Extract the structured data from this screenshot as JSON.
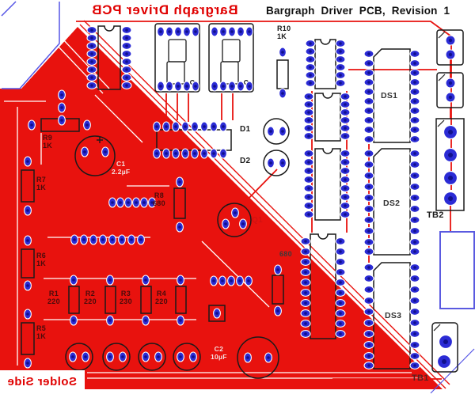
{
  "titles": {
    "main": "Bargraph Driver PCB, Revision 1",
    "mirrored": "Bargraph Driver PCB",
    "solder_side": "Solder Side"
  },
  "components": {
    "r10": {
      "ref": "R10",
      "value": "1K"
    },
    "r9": {
      "ref": "R9",
      "value": "1K"
    },
    "r8": {
      "ref": "R8",
      "value": "680"
    },
    "r7": {
      "ref": "R7",
      "value": "1K"
    },
    "r6": {
      "ref": "R6",
      "value": "1K"
    },
    "r5": {
      "ref": "R5",
      "value": "1K"
    },
    "r1": {
      "ref": "R1",
      "value": "220"
    },
    "r2": {
      "ref": "R2",
      "value": "220"
    },
    "r3": {
      "ref": "R3",
      "value": "230"
    },
    "r4": {
      "ref": "R4",
      "value": "220"
    },
    "r_mid": {
      "ref": "",
      "value": "680"
    },
    "c1": {
      "ref": "C1",
      "value": "2.2µF"
    },
    "c2": {
      "ref": "C2",
      "value": "10µF"
    },
    "d1": {
      "ref": "D1"
    },
    "d2": {
      "ref": "D2"
    },
    "q1": {
      "ref": "Q1"
    },
    "ds1": {
      "ref": "DS1"
    },
    "ds2": {
      "ref": "DS2"
    },
    "ds3": {
      "ref": "DS3"
    },
    "tb1": {
      "ref": "TB1"
    },
    "tb2": {
      "ref": "TB2"
    }
  },
  "colors": {
    "copper_red": "#e8120e",
    "pad_blue": "#2b2bd5",
    "pad_core_blue": "#10108c",
    "silkscreen_black": "#1a1a1a",
    "board_edge_blue": "#5555e6",
    "title_red": "#e00000"
  }
}
